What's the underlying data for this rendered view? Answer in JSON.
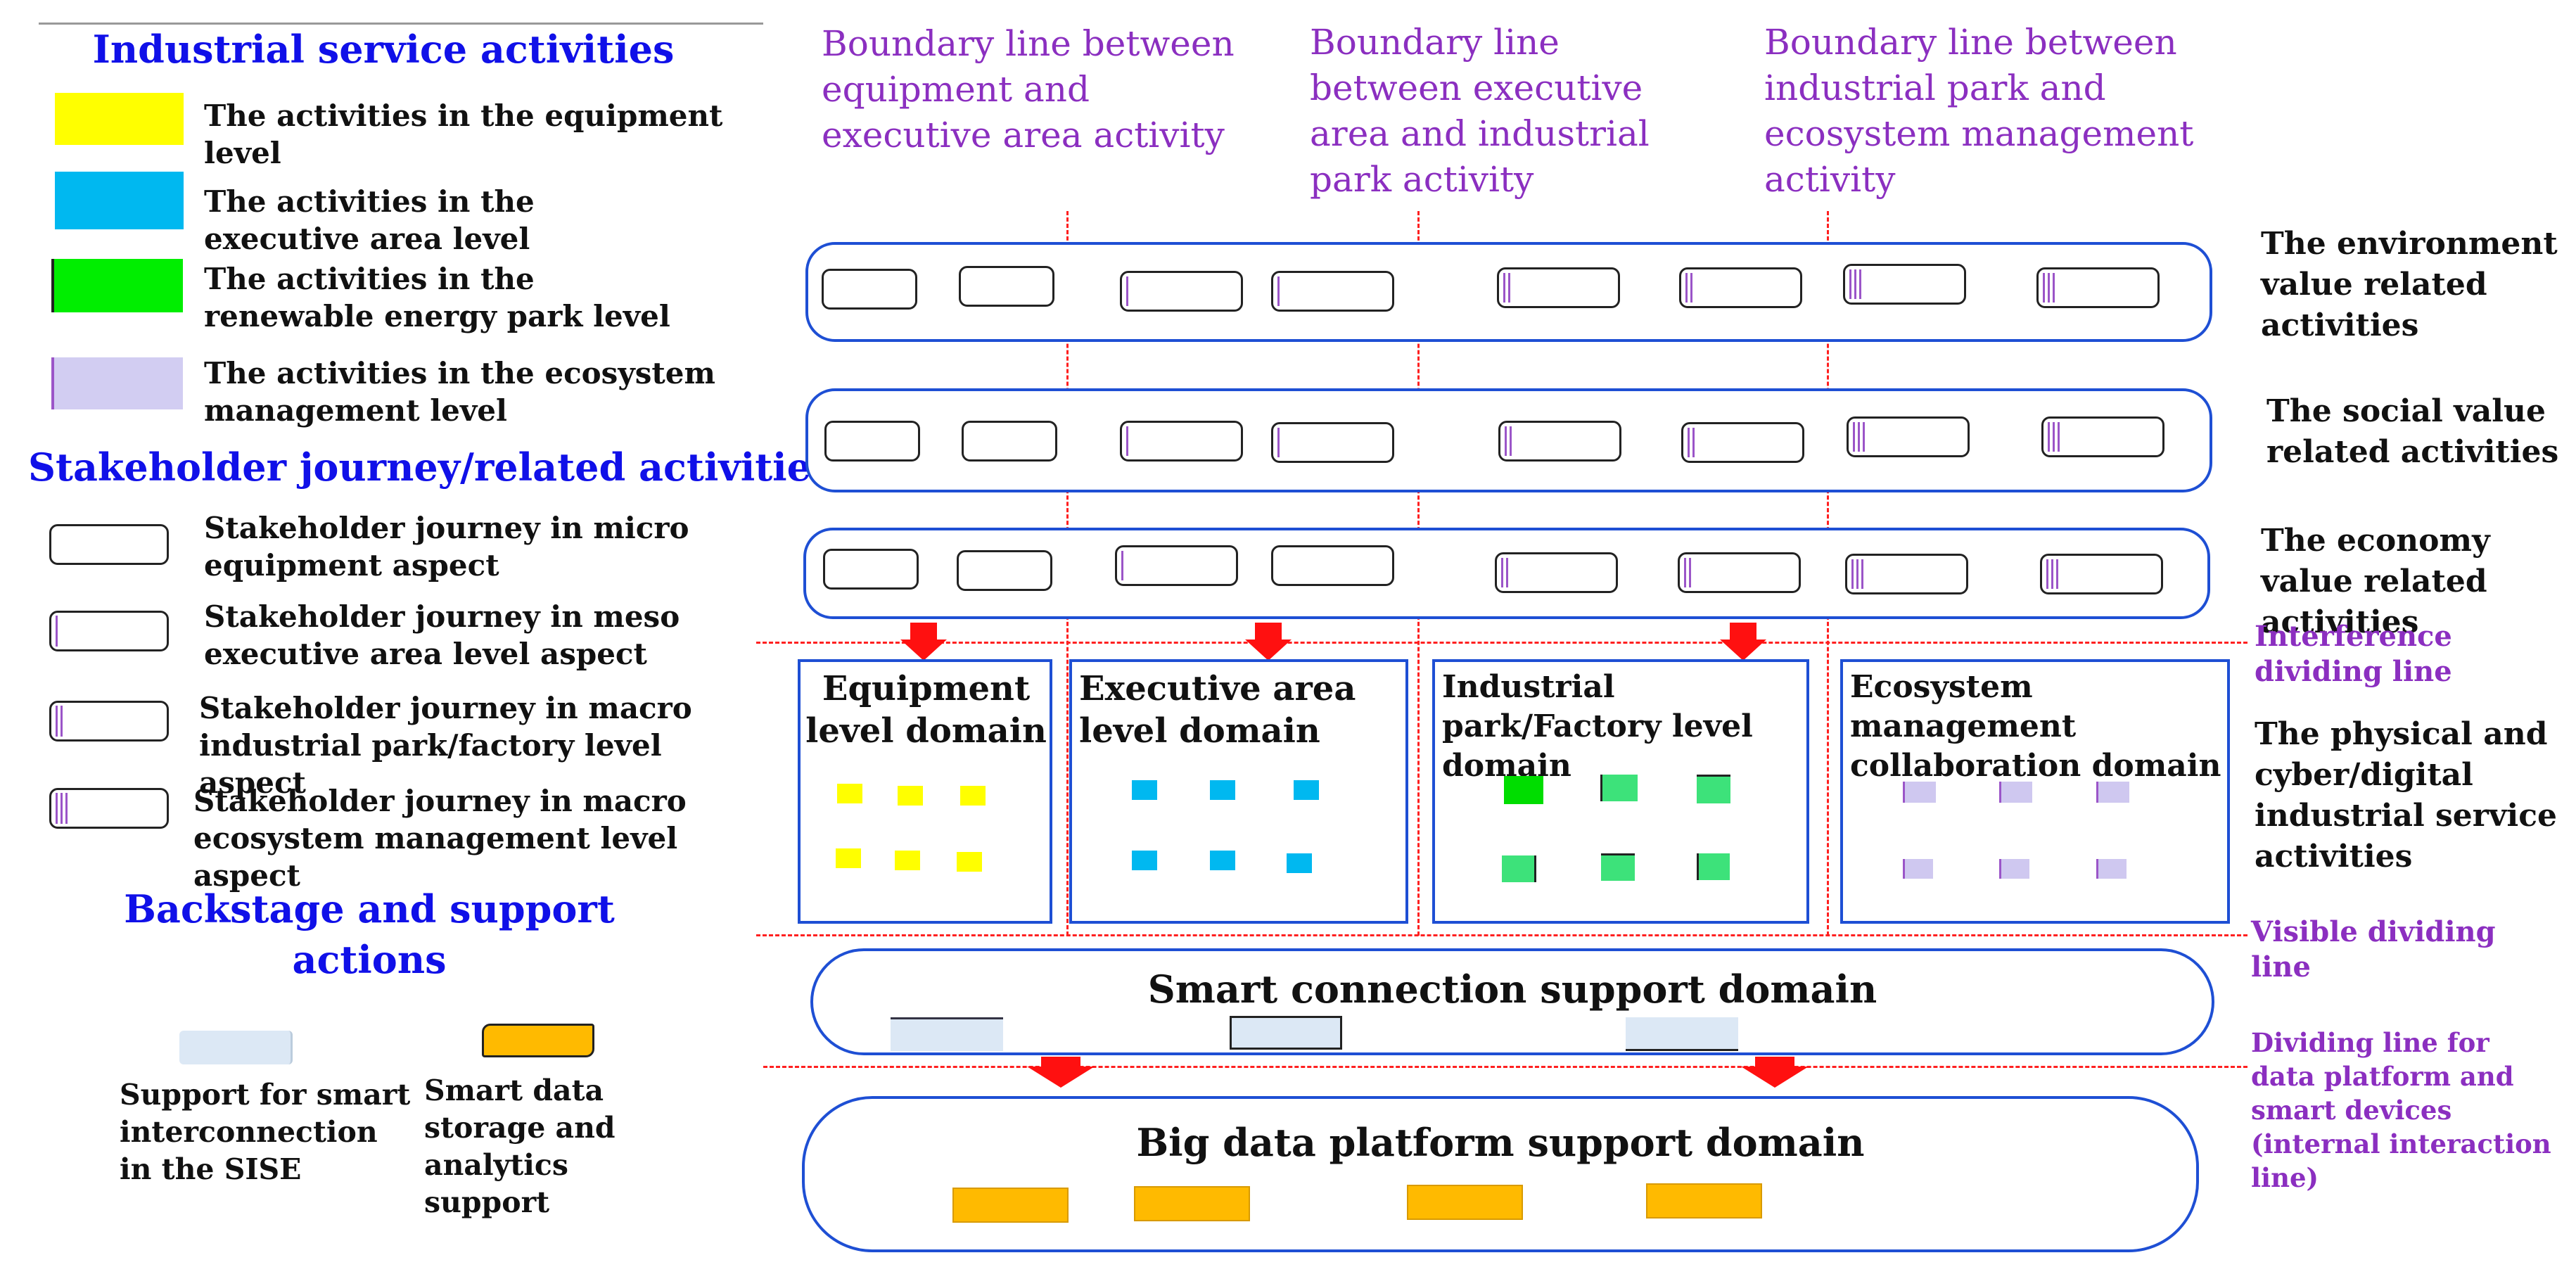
{
  "legend": {
    "industrial_title": "Industrial service activities",
    "industrial_items": [
      {
        "label": "The activities in the equipment level",
        "color": "#ffff00"
      },
      {
        "label": "The activities in the executive area level",
        "color": "#00b8f0"
      },
      {
        "label": "The activities in the renewable energy park level",
        "color": "#00ee00"
      },
      {
        "label": "The activities in the ecosystem management level",
        "color": "#d2cdf2"
      }
    ],
    "stakeholder_title": "Stakeholder journey/related activities",
    "stakeholder_items": [
      {
        "label": "Stakeholder journey in micro equipment aspect"
      },
      {
        "label": "Stakeholder journey in meso executive area level aspect"
      },
      {
        "label": "Stakeholder journey in macro industrial park/factory level aspect"
      },
      {
        "label": "Stakeholder journey in macro ecosystem management level aspect"
      }
    ],
    "backstage_title": "Backstage and support actions",
    "support_label": "Support for smart interconnection in the SISE",
    "storage_label": "Smart data storage and analytics support"
  },
  "boundaries": [
    "Boundary line between equipment and executive area activity",
    "Boundary line between executive area and industrial park activity",
    "Boundary line between industrial park and ecosystem management activity"
  ],
  "rows": [
    "The environment value related activities",
    "The social value related activities",
    "The economy value related activities"
  ],
  "dividers": {
    "interference": "Interference dividing line",
    "physical": "The physical and cyber/digital industrial service activities",
    "visible": "Visible dividing line",
    "data_platform": "Dividing line for data platform and smart devices (internal interaction line)"
  },
  "domains": [
    {
      "title": "Equipment level domain",
      "color": "#ffff00"
    },
    {
      "title": "Executive area level domain",
      "color": "#00b8f0"
    },
    {
      "title": "Industrial park/Factory level domain",
      "color": "#3de27a"
    },
    {
      "title": "Ecosystem management collaboration domain",
      "color": "#cfc8f0"
    }
  ],
  "smart_connection": "Smart connection support domain",
  "big_data": "Big data platform support domain"
}
